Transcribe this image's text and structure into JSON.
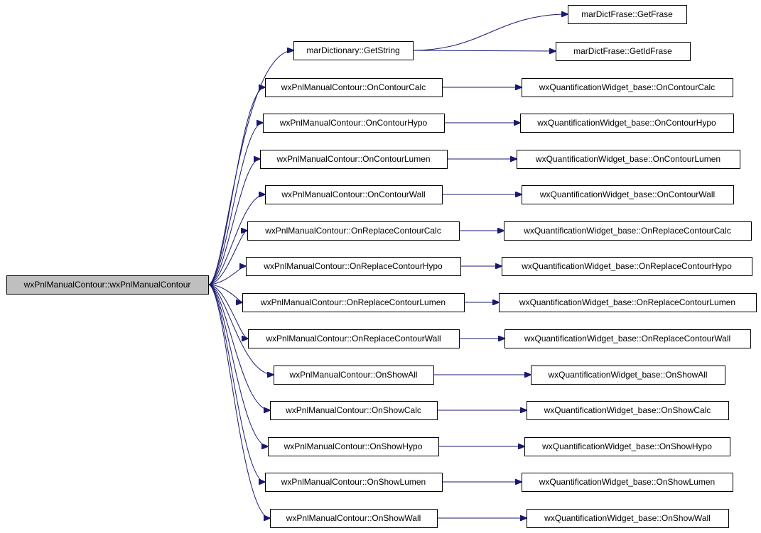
{
  "diagram": {
    "colors": {
      "edge": "#191970",
      "root_fill": "#bfbfbf",
      "node_fill": "#ffffff",
      "border": "#000000"
    },
    "nodes": [
      {
        "id": "root",
        "label": "wxPnlManualContour::wxPnlManualContour"
      },
      {
        "id": "getString",
        "label": "marDictionary::GetString"
      },
      {
        "id": "getFrase",
        "label": "marDictFrase::GetFrase"
      },
      {
        "id": "getIdFrase",
        "label": "marDictFrase::GetIdFrase"
      },
      {
        "id": "c1",
        "label": "wxPnlManualContour::OnContourCalc"
      },
      {
        "id": "c2",
        "label": "wxPnlManualContour::OnContourHypo"
      },
      {
        "id": "c3",
        "label": "wxPnlManualContour::OnContourLumen"
      },
      {
        "id": "c4",
        "label": "wxPnlManualContour::OnContourWall"
      },
      {
        "id": "c5",
        "label": "wxPnlManualContour::OnReplaceContourCalc"
      },
      {
        "id": "c6",
        "label": "wxPnlManualContour::OnReplaceContourHypo"
      },
      {
        "id": "c7",
        "label": "wxPnlManualContour::OnReplaceContourLumen"
      },
      {
        "id": "c8",
        "label": "wxPnlManualContour::OnReplaceContourWall"
      },
      {
        "id": "c9",
        "label": "wxPnlManualContour::OnShowAll"
      },
      {
        "id": "c10",
        "label": "wxPnlManualContour::OnShowCalc"
      },
      {
        "id": "c11",
        "label": "wxPnlManualContour::OnShowHypo"
      },
      {
        "id": "c12",
        "label": "wxPnlManualContour::OnShowLumen"
      },
      {
        "id": "c13",
        "label": "wxPnlManualContour::OnShowWall"
      },
      {
        "id": "b1",
        "label": "wxQuantificationWidget_base::OnContourCalc"
      },
      {
        "id": "b2",
        "label": "wxQuantificationWidget_base::OnContourHypo"
      },
      {
        "id": "b3",
        "label": "wxQuantificationWidget_base::OnContourLumen"
      },
      {
        "id": "b4",
        "label": "wxQuantificationWidget_base::OnContourWall"
      },
      {
        "id": "b5",
        "label": "wxQuantificationWidget_base::OnReplaceContourCalc"
      },
      {
        "id": "b6",
        "label": "wxQuantificationWidget_base::OnReplaceContourHypo"
      },
      {
        "id": "b7",
        "label": "wxQuantificationWidget_base::OnReplaceContourLumen"
      },
      {
        "id": "b8",
        "label": "wxQuantificationWidget_base::OnReplaceContourWall"
      },
      {
        "id": "b9",
        "label": "wxQuantificationWidget_base::OnShowAll"
      },
      {
        "id": "b10",
        "label": "wxQuantificationWidget_base::OnShowCalc"
      },
      {
        "id": "b11",
        "label": "wxQuantificationWidget_base::OnShowHypo"
      },
      {
        "id": "b12",
        "label": "wxQuantificationWidget_base::OnShowLumen"
      },
      {
        "id": "b13",
        "label": "wxQuantificationWidget_base::OnShowWall"
      }
    ],
    "edges": [
      {
        "from": "root",
        "to": "getString"
      },
      {
        "from": "getString",
        "to": "getFrase"
      },
      {
        "from": "getString",
        "to": "getIdFrase"
      },
      {
        "from": "root",
        "to": "c1"
      },
      {
        "from": "c1",
        "to": "b1"
      },
      {
        "from": "root",
        "to": "c2"
      },
      {
        "from": "c2",
        "to": "b2"
      },
      {
        "from": "root",
        "to": "c3"
      },
      {
        "from": "c3",
        "to": "b3"
      },
      {
        "from": "root",
        "to": "c4"
      },
      {
        "from": "c4",
        "to": "b4"
      },
      {
        "from": "root",
        "to": "c5"
      },
      {
        "from": "c5",
        "to": "b5"
      },
      {
        "from": "root",
        "to": "c6"
      },
      {
        "from": "c6",
        "to": "b6"
      },
      {
        "from": "root",
        "to": "c7"
      },
      {
        "from": "c7",
        "to": "b7"
      },
      {
        "from": "root",
        "to": "c8"
      },
      {
        "from": "c8",
        "to": "b8"
      },
      {
        "from": "root",
        "to": "c9"
      },
      {
        "from": "c9",
        "to": "b9"
      },
      {
        "from": "root",
        "to": "c10"
      },
      {
        "from": "c10",
        "to": "b10"
      },
      {
        "from": "root",
        "to": "c11"
      },
      {
        "from": "c11",
        "to": "b11"
      },
      {
        "from": "root",
        "to": "c12"
      },
      {
        "from": "c12",
        "to": "b12"
      },
      {
        "from": "root",
        "to": "c13"
      },
      {
        "from": "c13",
        "to": "b13"
      }
    ]
  }
}
